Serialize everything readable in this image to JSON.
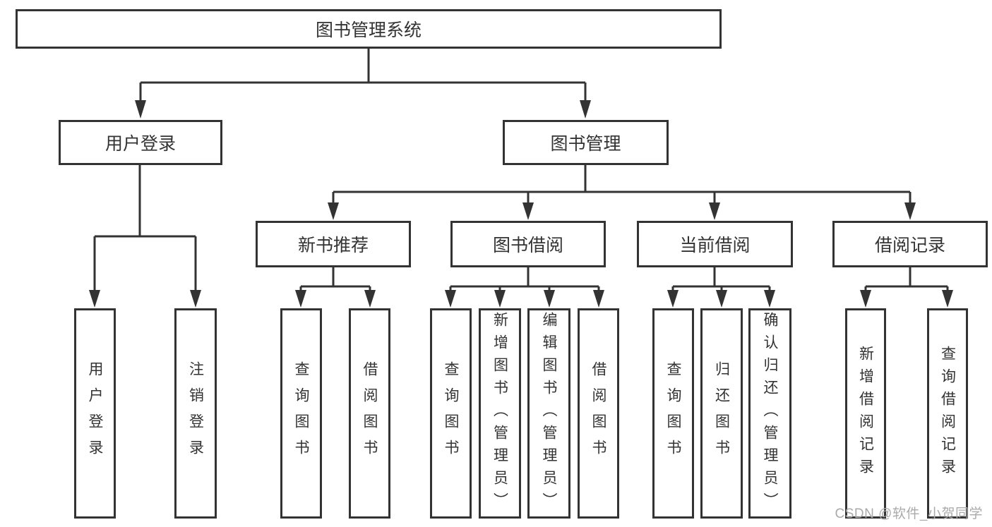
{
  "diagram": {
    "root": {
      "label": "图书管理系统"
    },
    "branches": {
      "user_login": {
        "label": "用户登录",
        "children": [
          {
            "label": "用户登录"
          },
          {
            "label": "注销登录"
          }
        ]
      },
      "book_management": {
        "label": "图书管理",
        "sections": [
          {
            "label": "新书推荐",
            "children": [
              {
                "label": "查询图书"
              },
              {
                "label": "借阅图书"
              }
            ]
          },
          {
            "label": "图书借阅",
            "children": [
              {
                "label": "查询图书"
              },
              {
                "label": "新增图书（管理员）"
              },
              {
                "label": "编辑图书（管理员）"
              },
              {
                "label": "借阅图书"
              }
            ]
          },
          {
            "label": "当前借阅",
            "children": [
              {
                "label": "查询图书"
              },
              {
                "label": "归还图书"
              },
              {
                "label": "确认归还（管理员）"
              }
            ]
          },
          {
            "label": "借阅记录",
            "children": [
              {
                "label": "新增借阅记录"
              },
              {
                "label": "查询借阅记录"
              }
            ]
          }
        ]
      }
    }
  },
  "watermark": {
    "text": "CSDN @软件_小贺同学"
  },
  "colors": {
    "line": "#333333",
    "box_border": "#333333",
    "text": "#333333",
    "watermark": "#aaaaaa",
    "background": "#ffffff"
  }
}
